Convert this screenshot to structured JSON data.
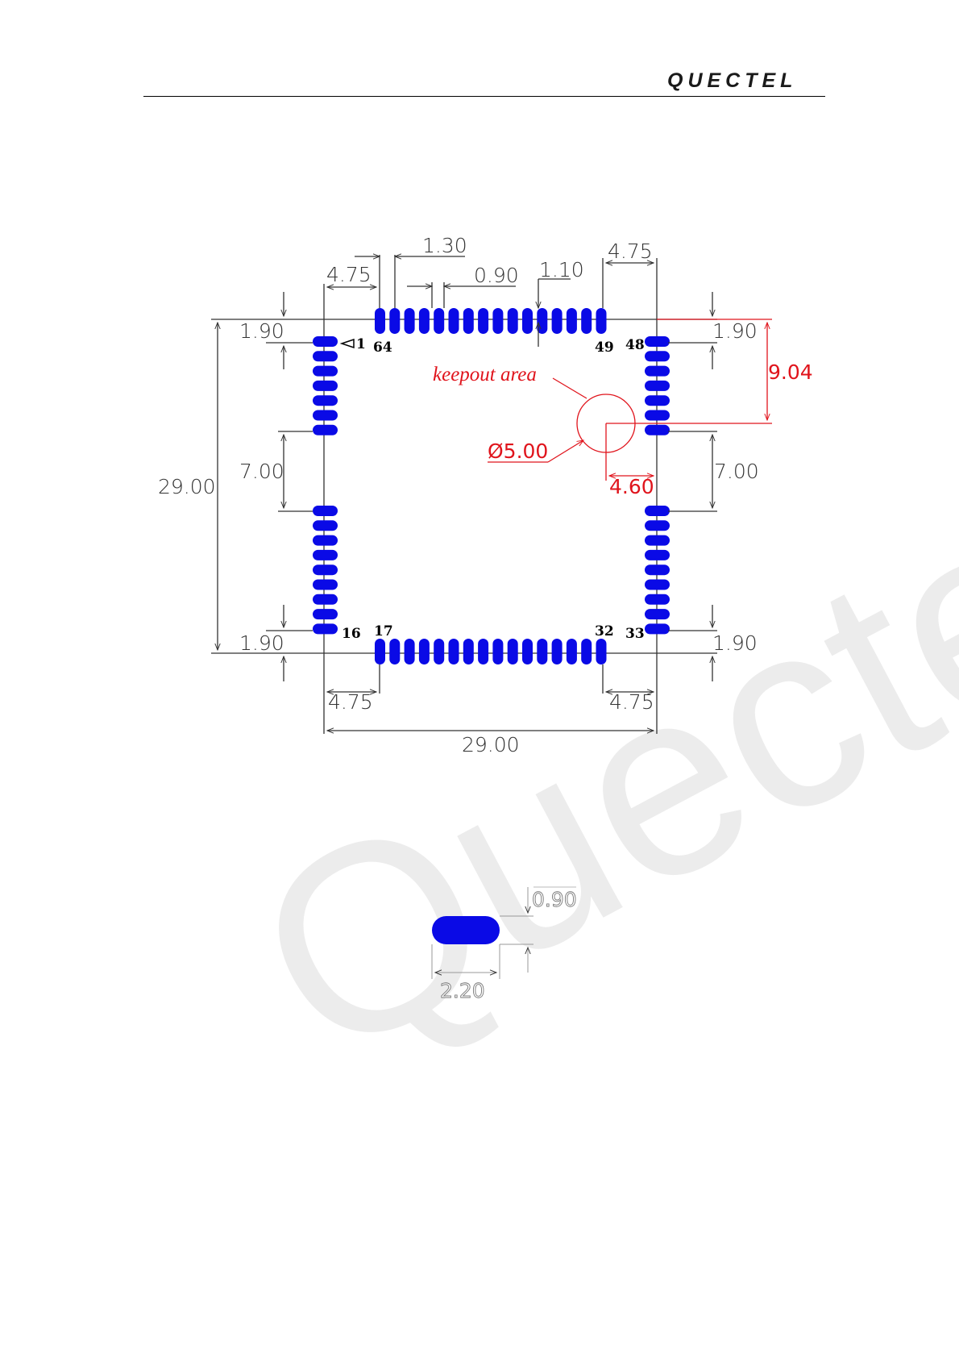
{
  "header": {
    "logo_text": "QUECTEL"
  },
  "watermark": "Quectel",
  "footprint": {
    "dimensions": {
      "top_outer_left": "4.75",
      "top_pad_span": "1.30",
      "top_pad_width": "0.90",
      "top_pitch": "1.10",
      "top_outer_right": "4.75",
      "left_top_offset": "1.90",
      "right_top_offset": "1.90",
      "left_gap": "7.00",
      "right_gap": "7.00",
      "height": "29.00",
      "left_bottom_offset": "1.90",
      "right_bottom_offset": "1.90",
      "bottom_outer_left": "4.75",
      "bottom_outer_right": "4.75",
      "width": "29.00"
    },
    "pin_labels": {
      "p1": "1",
      "p64": "64",
      "p49": "49",
      "p48": "48",
      "p16": "16",
      "p17": "17",
      "p32": "32",
      "p33": "33"
    },
    "keepout": {
      "label": "keepout area",
      "diameter": "Ø5.00",
      "offset_y": "9.04",
      "offset_x": "4.60"
    }
  },
  "pad_detail": {
    "height": "0.90",
    "width": "2.20"
  },
  "colors": {
    "pad": "#0a0ae6",
    "keepout": "#e0141c"
  }
}
